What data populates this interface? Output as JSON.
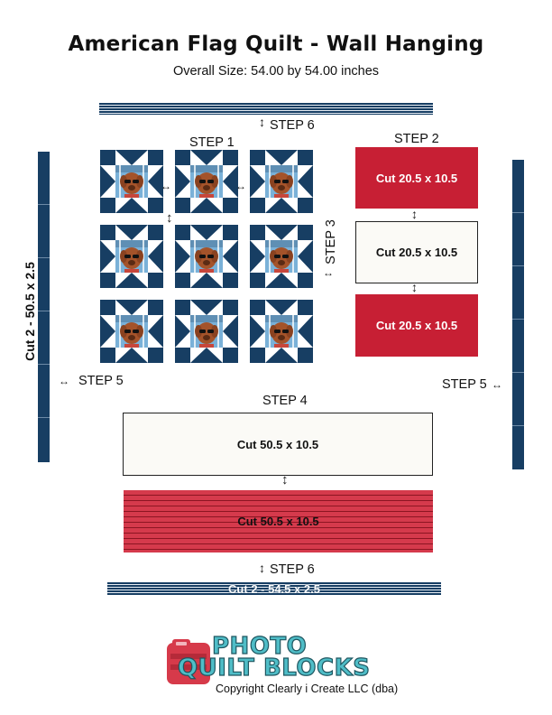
{
  "header": {
    "title": "American Flag Quilt - Wall Hanging",
    "subtitle": "Overall Size: 54.00 by 54.00 inches"
  },
  "steps": {
    "step1": "STEP 1",
    "step2": "STEP 2",
    "step3": "STEP 3",
    "step4": "STEP 4",
    "step5_left": "STEP 5",
    "step5_right": "STEP 5",
    "step6_top": "STEP 6",
    "step6_bottom": "STEP 6"
  },
  "panels": {
    "red_top": "Cut 20.5 x 10.5",
    "white_middle": "Cut 20.5 x 10.5",
    "red_bottom": "Cut 20.5 x 10.5",
    "white_wide": "Cut 50.5 x 10.5",
    "red_wide": "Cut 50.5 x 10.5"
  },
  "borders": {
    "left_vertical": "Cut 2 - 50.5 x 2.5",
    "bottom_strip": "Cut 2 - 54.5 x 2.5"
  },
  "logo": {
    "line1": "PHOTO",
    "line2": "QUILT BLOCKS",
    "copyright": "Copyright Clearly i Create LLC (dba)"
  },
  "colors": {
    "navy": "#173e63",
    "red": "#c71f34",
    "white": "#fbfaf6",
    "logo_teal": "#4fbdc7",
    "logo_red": "#d63a4a"
  },
  "blocks": {
    "rows": 3,
    "cols": 3
  }
}
